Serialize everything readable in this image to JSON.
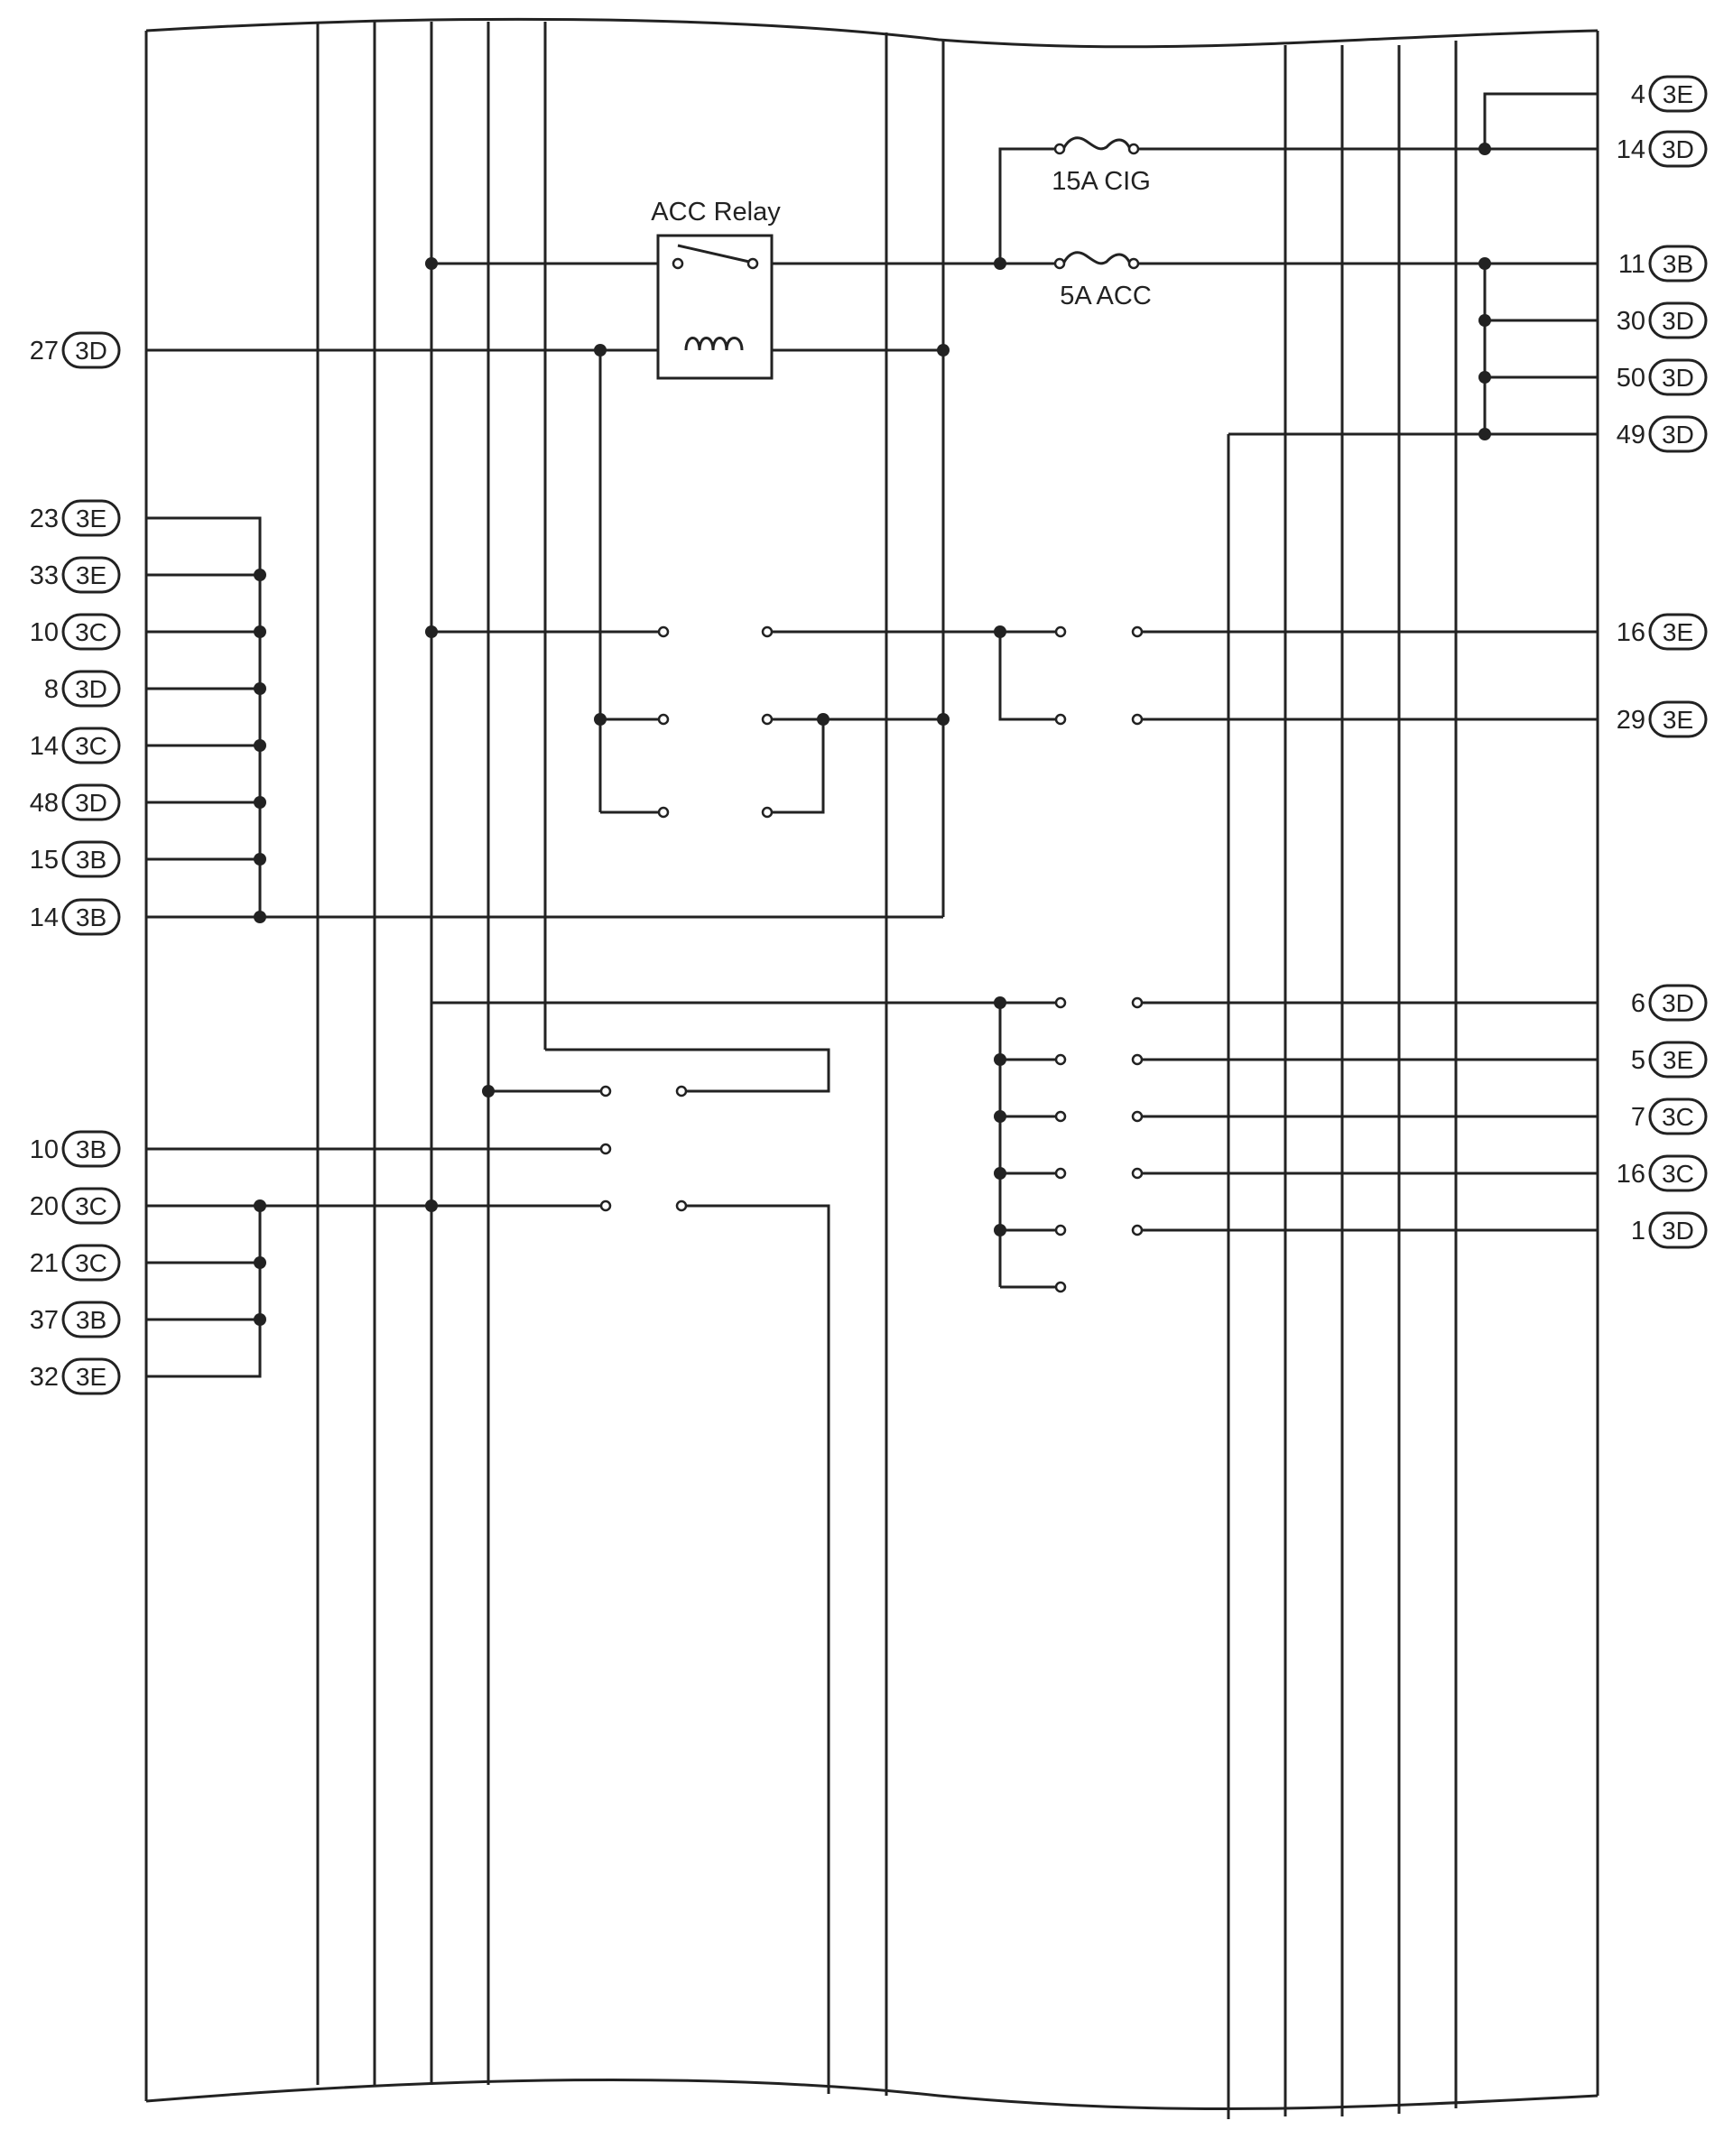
{
  "colors": {
    "line": "#222222",
    "background": "#ffffff"
  },
  "relay": {
    "label": "ACC Relay"
  },
  "fuses": [
    {
      "id": "cig",
      "label": "15A CIG"
    },
    {
      "id": "acc",
      "label": "5A ACC"
    }
  ],
  "connectors": {
    "left": [
      {
        "pin": "27",
        "code": "3D"
      },
      {
        "pin": "23",
        "code": "3E"
      },
      {
        "pin": "33",
        "code": "3E"
      },
      {
        "pin": "10",
        "code": "3C"
      },
      {
        "pin": "8",
        "code": "3D"
      },
      {
        "pin": "14",
        "code": "3C"
      },
      {
        "pin": "48",
        "code": "3D"
      },
      {
        "pin": "15",
        "code": "3B"
      },
      {
        "pin": "14",
        "code": "3B"
      },
      {
        "pin": "10",
        "code": "3B"
      },
      {
        "pin": "20",
        "code": "3C"
      },
      {
        "pin": "21",
        "code": "3C"
      },
      {
        "pin": "37",
        "code": "3B"
      },
      {
        "pin": "32",
        "code": "3E"
      }
    ],
    "right": [
      {
        "pin": "4",
        "code": "3E"
      },
      {
        "pin": "14",
        "code": "3D"
      },
      {
        "pin": "11",
        "code": "3B"
      },
      {
        "pin": "30",
        "code": "3D"
      },
      {
        "pin": "50",
        "code": "3D"
      },
      {
        "pin": "49",
        "code": "3D"
      },
      {
        "pin": "16",
        "code": "3E"
      },
      {
        "pin": "29",
        "code": "3E"
      },
      {
        "pin": "6",
        "code": "3D"
      },
      {
        "pin": "5",
        "code": "3E"
      },
      {
        "pin": "7",
        "code": "3C"
      },
      {
        "pin": "16",
        "code": "3C"
      },
      {
        "pin": "1",
        "code": "3D"
      }
    ]
  }
}
